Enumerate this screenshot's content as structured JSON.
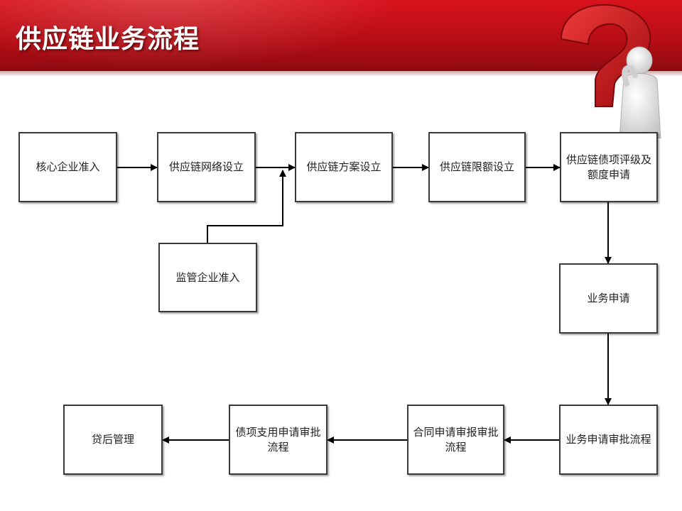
{
  "slide": {
    "title": "供应链业务流程"
  },
  "diagram": {
    "nodes": [
      {
        "id": "core",
        "label": "核心企业准入"
      },
      {
        "id": "network",
        "label": "供应链网络设立"
      },
      {
        "id": "plan",
        "label": "供应链方案设立"
      },
      {
        "id": "limit",
        "label": "供应链限额设立"
      },
      {
        "id": "rating",
        "label": "供应链债项评级及额度申请"
      },
      {
        "id": "supervisor",
        "label": "监管企业准入"
      },
      {
        "id": "apply",
        "label": "业务申请"
      },
      {
        "id": "approve",
        "label": "业务申请审批流程"
      },
      {
        "id": "contract",
        "label": "合同申请审报审批流程"
      },
      {
        "id": "drawdown",
        "label": "债项支用申请审批流程"
      },
      {
        "id": "postloan",
        "label": "贷后管理"
      }
    ],
    "edges": [
      {
        "from": "core",
        "to": "network"
      },
      {
        "from": "network",
        "to": "plan"
      },
      {
        "from": "supervisor",
        "to": "plan"
      },
      {
        "from": "plan",
        "to": "limit"
      },
      {
        "from": "limit",
        "to": "rating"
      },
      {
        "from": "rating",
        "to": "apply"
      },
      {
        "from": "apply",
        "to": "approve"
      },
      {
        "from": "approve",
        "to": "contract"
      },
      {
        "from": "contract",
        "to": "drawdown"
      },
      {
        "from": "drawdown",
        "to": "postloan"
      }
    ]
  }
}
